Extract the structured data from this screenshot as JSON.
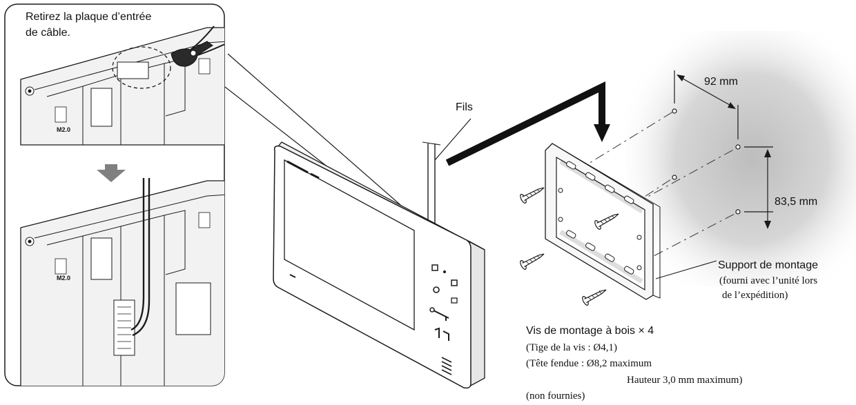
{
  "inset": {
    "instruction_line1": "Retirez la plaque d’entrée",
    "instruction_line2": "de câble.",
    "marking_top": "M2.0",
    "marking_bottom": "M2.0"
  },
  "labels": {
    "wires": "Fils",
    "width_dimension": "92 mm",
    "height_dimension": "83,5 mm",
    "bracket_name": "Support de montage",
    "bracket_note_line1": "(fourni avec l’unité lors",
    "bracket_note_line2": "de l’expédition)",
    "screws_title": "Vis de montage à bois × 4",
    "screws_shank": "(Tige de la vis : Ø4,1)",
    "screws_head": "(Tête fendue : Ø8,2 maximum",
    "screws_height": "Hauteur 3,0 mm maximum)",
    "screws_supplied": "(non fournies)"
  },
  "colors": {
    "line": "#1a1a1a",
    "wall_shadow": "#bdbdbd",
    "inset_fill": "#efefef",
    "down_arrow": "#808080"
  }
}
